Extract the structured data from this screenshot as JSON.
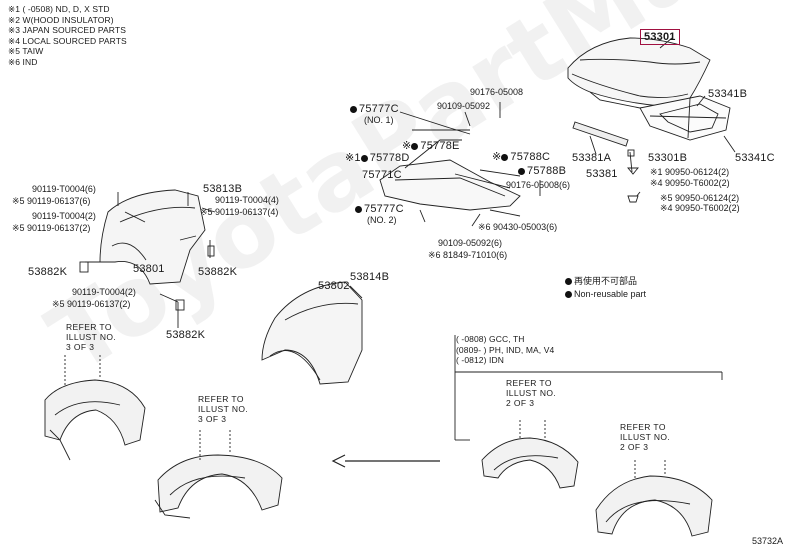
{
  "notes": [
    "※1 (    -0508) ND, D, X STD",
    "※2 W(HOOD INSULATOR)",
    "※3 JAPAN SOURCED PARTS",
    "※4 LOCAL SOURCED PARTS",
    "※5 TAIW",
    "※6 IND"
  ],
  "hood": {
    "main_part": "53301",
    "insulator": "53341B",
    "seal": "53381A",
    "seal2": "53381",
    "lock": "53301B",
    "clip": "53341C",
    "bolt1": "※1 90950-06124(2)",
    "bolt2": "※4 90950-T6002(2)",
    "bolt3": "※5 90950-06124(2)",
    "bolt4": "※4 90950-T6002(2)"
  },
  "cowl": {
    "p1_code": "75777C",
    "p1_note": "(NO. 1)",
    "p2_code": "90109-05092",
    "p3_code": "90176-05008",
    "p4_code": "75778E",
    "p5_code": "75788C",
    "p6_code": "75778D",
    "p6_prefix": "※1",
    "p7_code": "75788B",
    "p8_code": "75771C",
    "p9_code": "90176-05008(6)",
    "p10_code": "75777C",
    "p10_note": "(NO. 2)",
    "p11_code": "※6 90430-05003(6)",
    "p12_code": "90109-05092(6)",
    "p13_code": "※6 81849-71010(6)"
  },
  "fender_left": {
    "b1": "90119-T0004(6)",
    "b2": "※5 90119-06137(6)",
    "b3": "90119-T0004(2)",
    "b4": "※5 90119-06137(2)",
    "c1": "53813B",
    "c2": "90119-T0004(4)",
    "c3": "※5 90119-06137(4)",
    "fender": "53801",
    "l1": "53882K",
    "l2": "53882K",
    "b5": "90119-T0004(2)",
    "b6": "※5 90119-06137(2)",
    "l3": "53882K"
  },
  "fender_right": {
    "fender": "53802",
    "clip": "53814B"
  },
  "legend": {
    "jp": "再使用不可部品",
    "en": "Non-reusable part"
  },
  "refs": {
    "r1": [
      "REFER TO",
      "ILLUST NO.",
      "3 OF 3"
    ],
    "r2": [
      "REFER TO",
      "ILLUST NO.",
      "3 OF 3"
    ],
    "r3": [
      "REFER TO",
      "ILLUST NO.",
      "2 OF 3"
    ],
    "r4": [
      "REFER TO",
      "ILLUST NO.",
      "2 OF 3"
    ]
  },
  "liner_codes": [
    "(        -0808) GCC, TH",
    "(0809-   ) PH, IND, MA, V4",
    "(     -0812) IDN"
  ],
  "figure_id": "53732A",
  "watermark": "ToyotaPartMarket.ru"
}
